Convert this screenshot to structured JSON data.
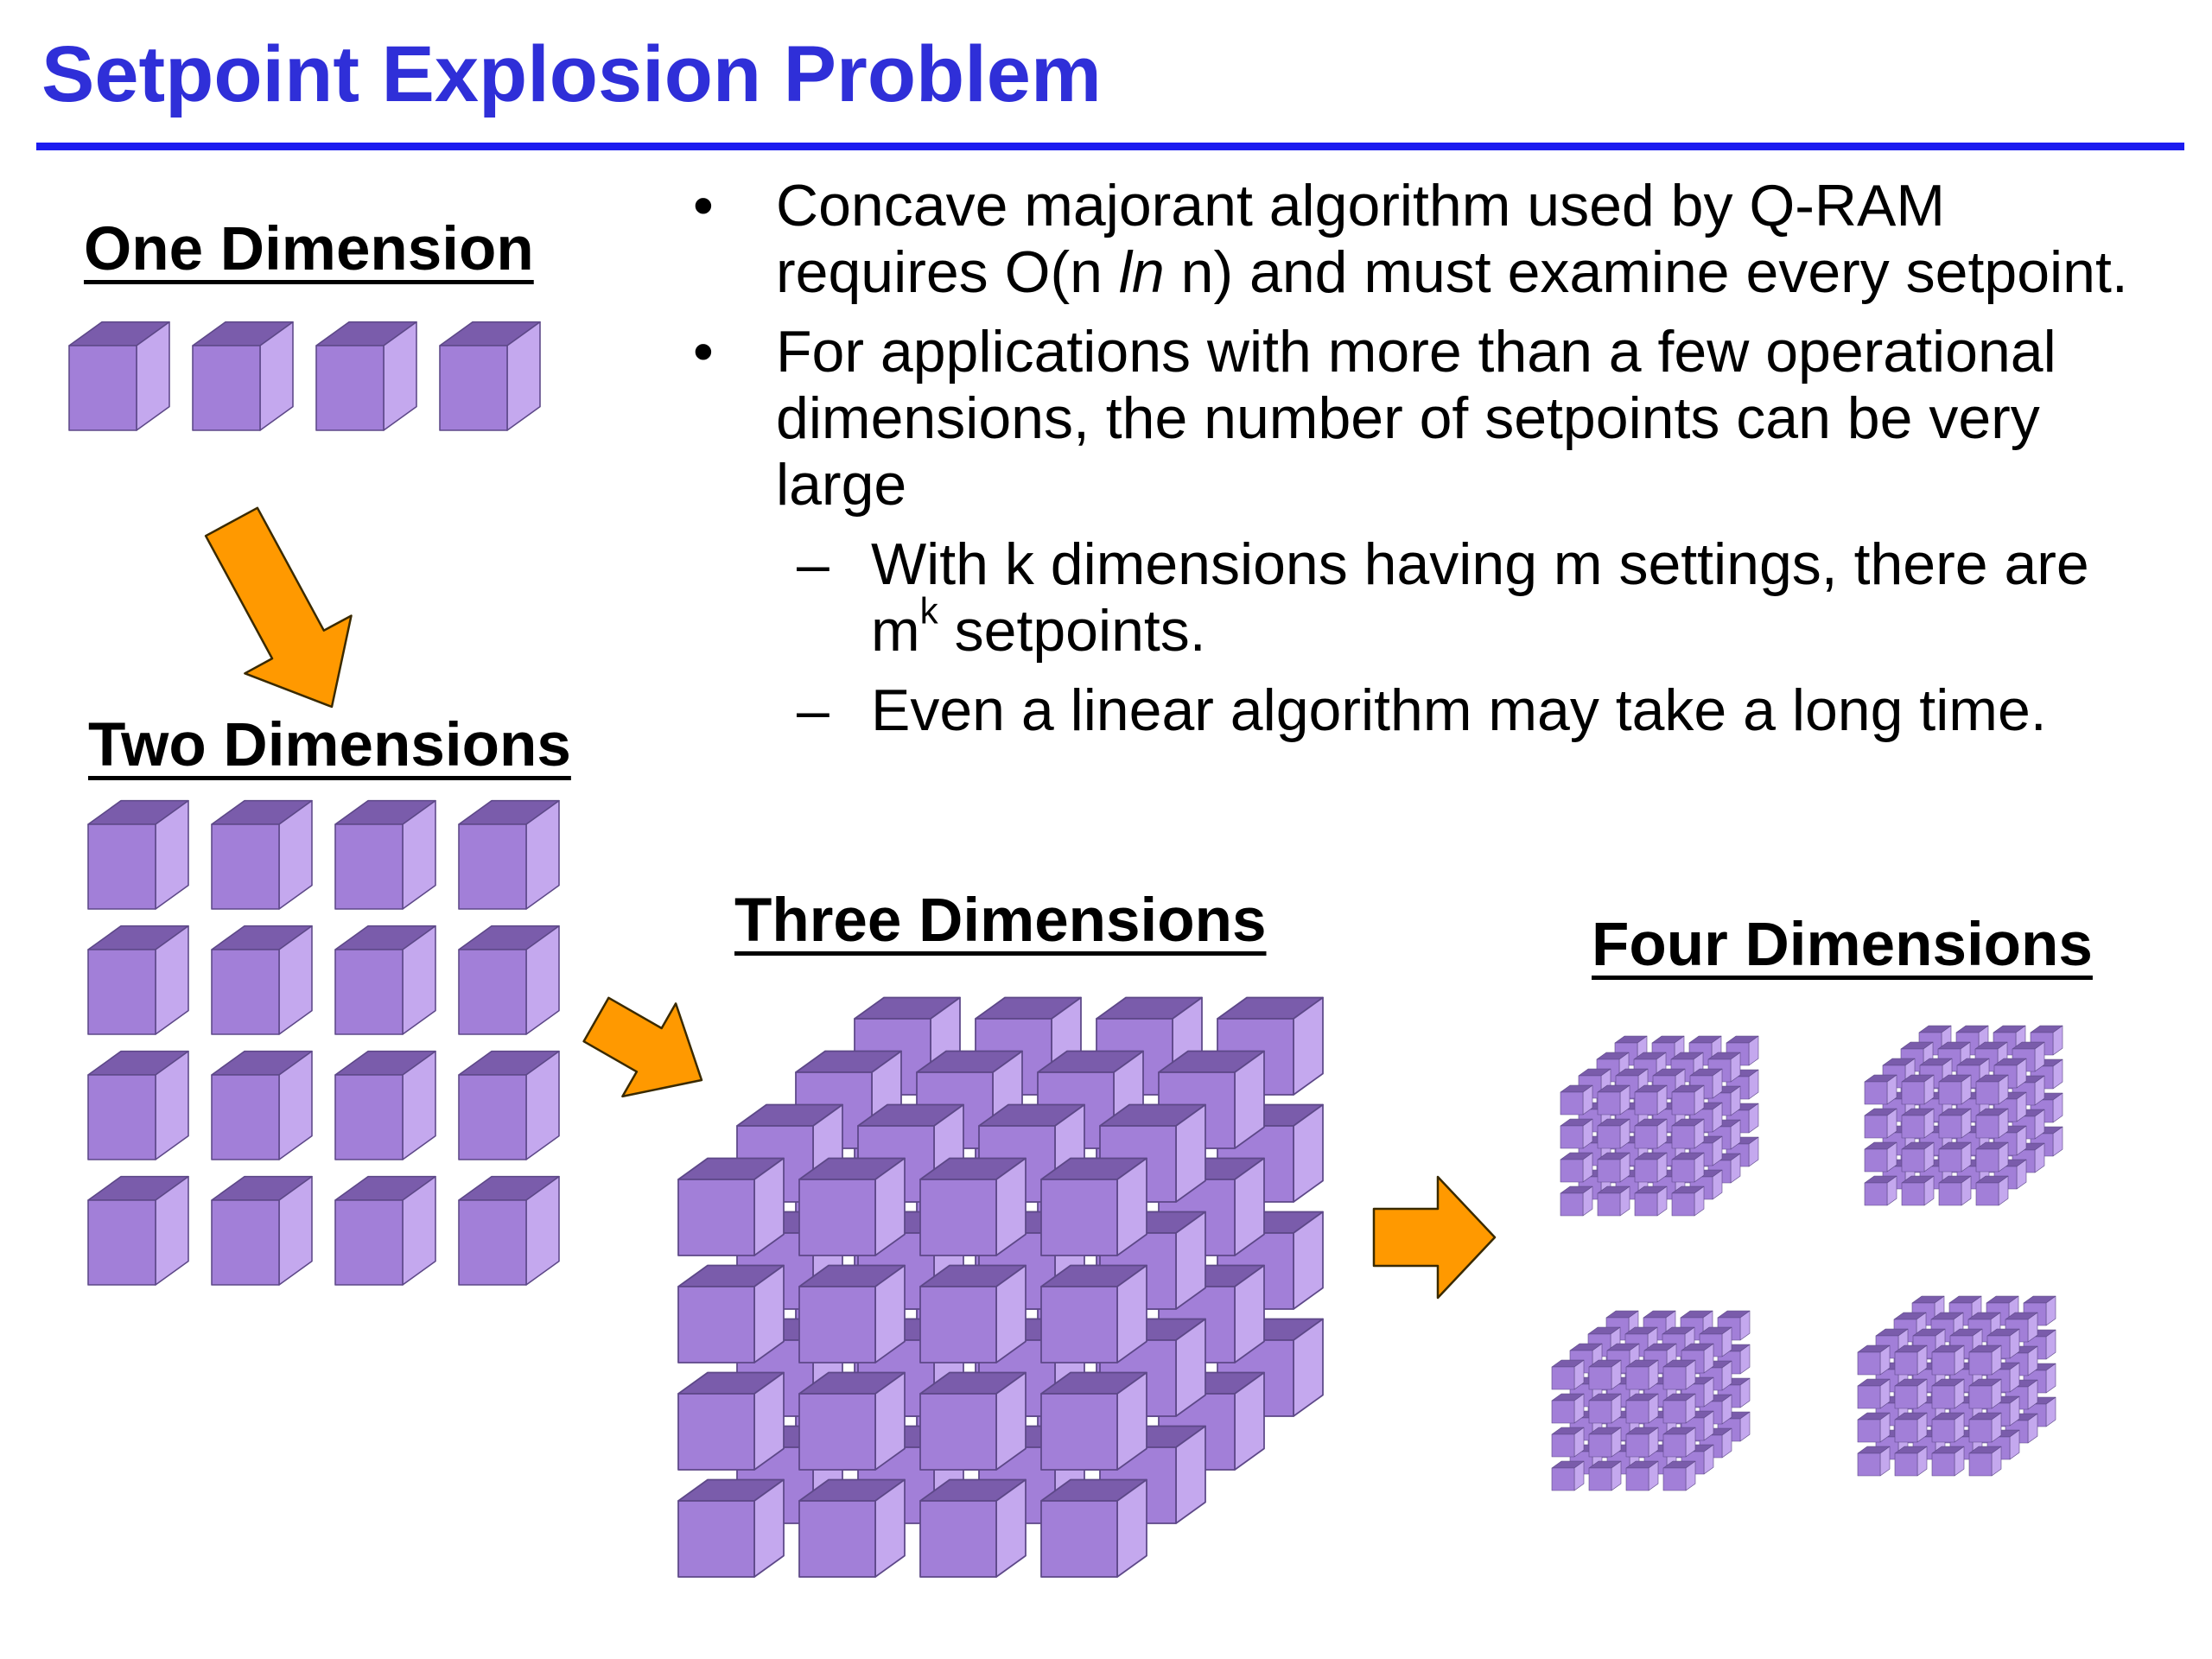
{
  "title": "Setpoint Explosion Problem",
  "labels": {
    "one": "One Dimension",
    "two": "Two Dimensions",
    "three": "Three Dimensions",
    "four": "Four Dimensions"
  },
  "bullets": [
    {
      "marker": "•",
      "before": "Concave majorant algorithm used by Q-RAM requires O(n ",
      "italic": "ln",
      "after": " n) and must examine every setpoint."
    },
    {
      "marker": "•",
      "text": "For applications with more than a few operational dimensions, the number of setpoints can be very large"
    }
  ],
  "subbullets": [
    {
      "marker": "–",
      "before": "With k dimensions having m settings, there are m",
      "sup": "k",
      "after": " setpoints."
    },
    {
      "marker": "–",
      "text": "Even a linear algorithm may take a long time."
    }
  ],
  "colors": {
    "title": "#2f2fd8",
    "rule": "#1c1cf0",
    "cube_front": "#a27fd8",
    "cube_top": "#7a5cab",
    "cube_side": "#c4a8ee",
    "arrow": "#ff9900"
  },
  "grids": {
    "one_dimension": {
      "count": 4
    },
    "two_dimensions": {
      "rows": 4,
      "cols": 4
    },
    "three_dimensions": {
      "rows": 4,
      "cols": 4,
      "layers": 4
    },
    "four_dimensions": {
      "blocks": 4,
      "rows": 4,
      "cols": 4,
      "layers": 4
    }
  }
}
